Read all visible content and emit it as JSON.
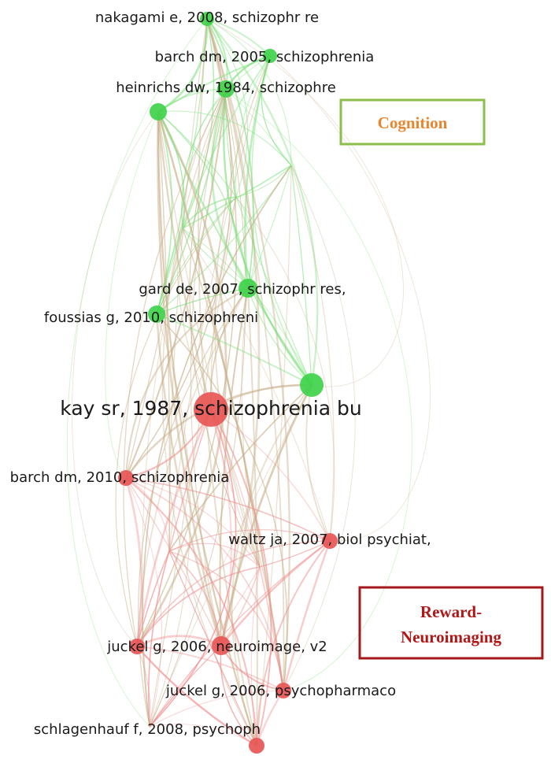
{
  "nodes": [
    {
      "id": "nakagami",
      "label": "nakagami e, 2008, schizophr re",
      "cluster": "cognition"
    },
    {
      "id": "barch2005",
      "label": "barch dm, 2005, schizophrenia",
      "cluster": "cognition"
    },
    {
      "id": "heinrichs",
      "label": "heinrichs dw, 1984, schizophre",
      "cluster": "cognition"
    },
    {
      "id": "unlabeled_green_top",
      "label": "",
      "cluster": "cognition"
    },
    {
      "id": "gard",
      "label": "gard de, 2007, schizophr res,",
      "cluster": "cognition"
    },
    {
      "id": "foussias",
      "label": "foussias g, 2010, schizophreni",
      "cluster": "cognition"
    },
    {
      "id": "unlabeled_green_mid",
      "label": "",
      "cluster": "cognition"
    },
    {
      "id": "kay",
      "label": "kay sr, 1987, schizophrenia bu",
      "cluster": "reward"
    },
    {
      "id": "barch2010",
      "label": "barch dm, 2010, schizophrenia",
      "cluster": "reward"
    },
    {
      "id": "waltz",
      "label": "waltz ja, 2007, biol psychiat,",
      "cluster": "reward"
    },
    {
      "id": "juckel_neuro",
      "label": "juckel g, 2006, neuroimage, v2",
      "cluster": "reward"
    },
    {
      "id": "juckel_psycho",
      "label": "juckel g, 2006, psychopharmaco",
      "cluster": "reward"
    },
    {
      "id": "schlagenhauf",
      "label": "schlagenhauf f, 2008, psychoph",
      "cluster": "reward"
    },
    {
      "id": "unlabeled_red_left",
      "label": "",
      "cluster": "reward"
    }
  ],
  "clusters": {
    "cognition": {
      "label": "Cognition",
      "node_color": "#3fd34a",
      "edge_color": "#7be07a",
      "text_color": "#e8862f",
      "border_color": "#8cbf4a"
    },
    "reward": {
      "label": "Reward-\nNeuroimaging",
      "label_lines": [
        "Reward-",
        "Neuroimaging"
      ],
      "node_color": "#e85656",
      "edge_color": "#ef8a8a",
      "text_color": "#b01818",
      "border_color": "#a5171b"
    }
  },
  "mixed_edge_color": "#c8b08a"
}
